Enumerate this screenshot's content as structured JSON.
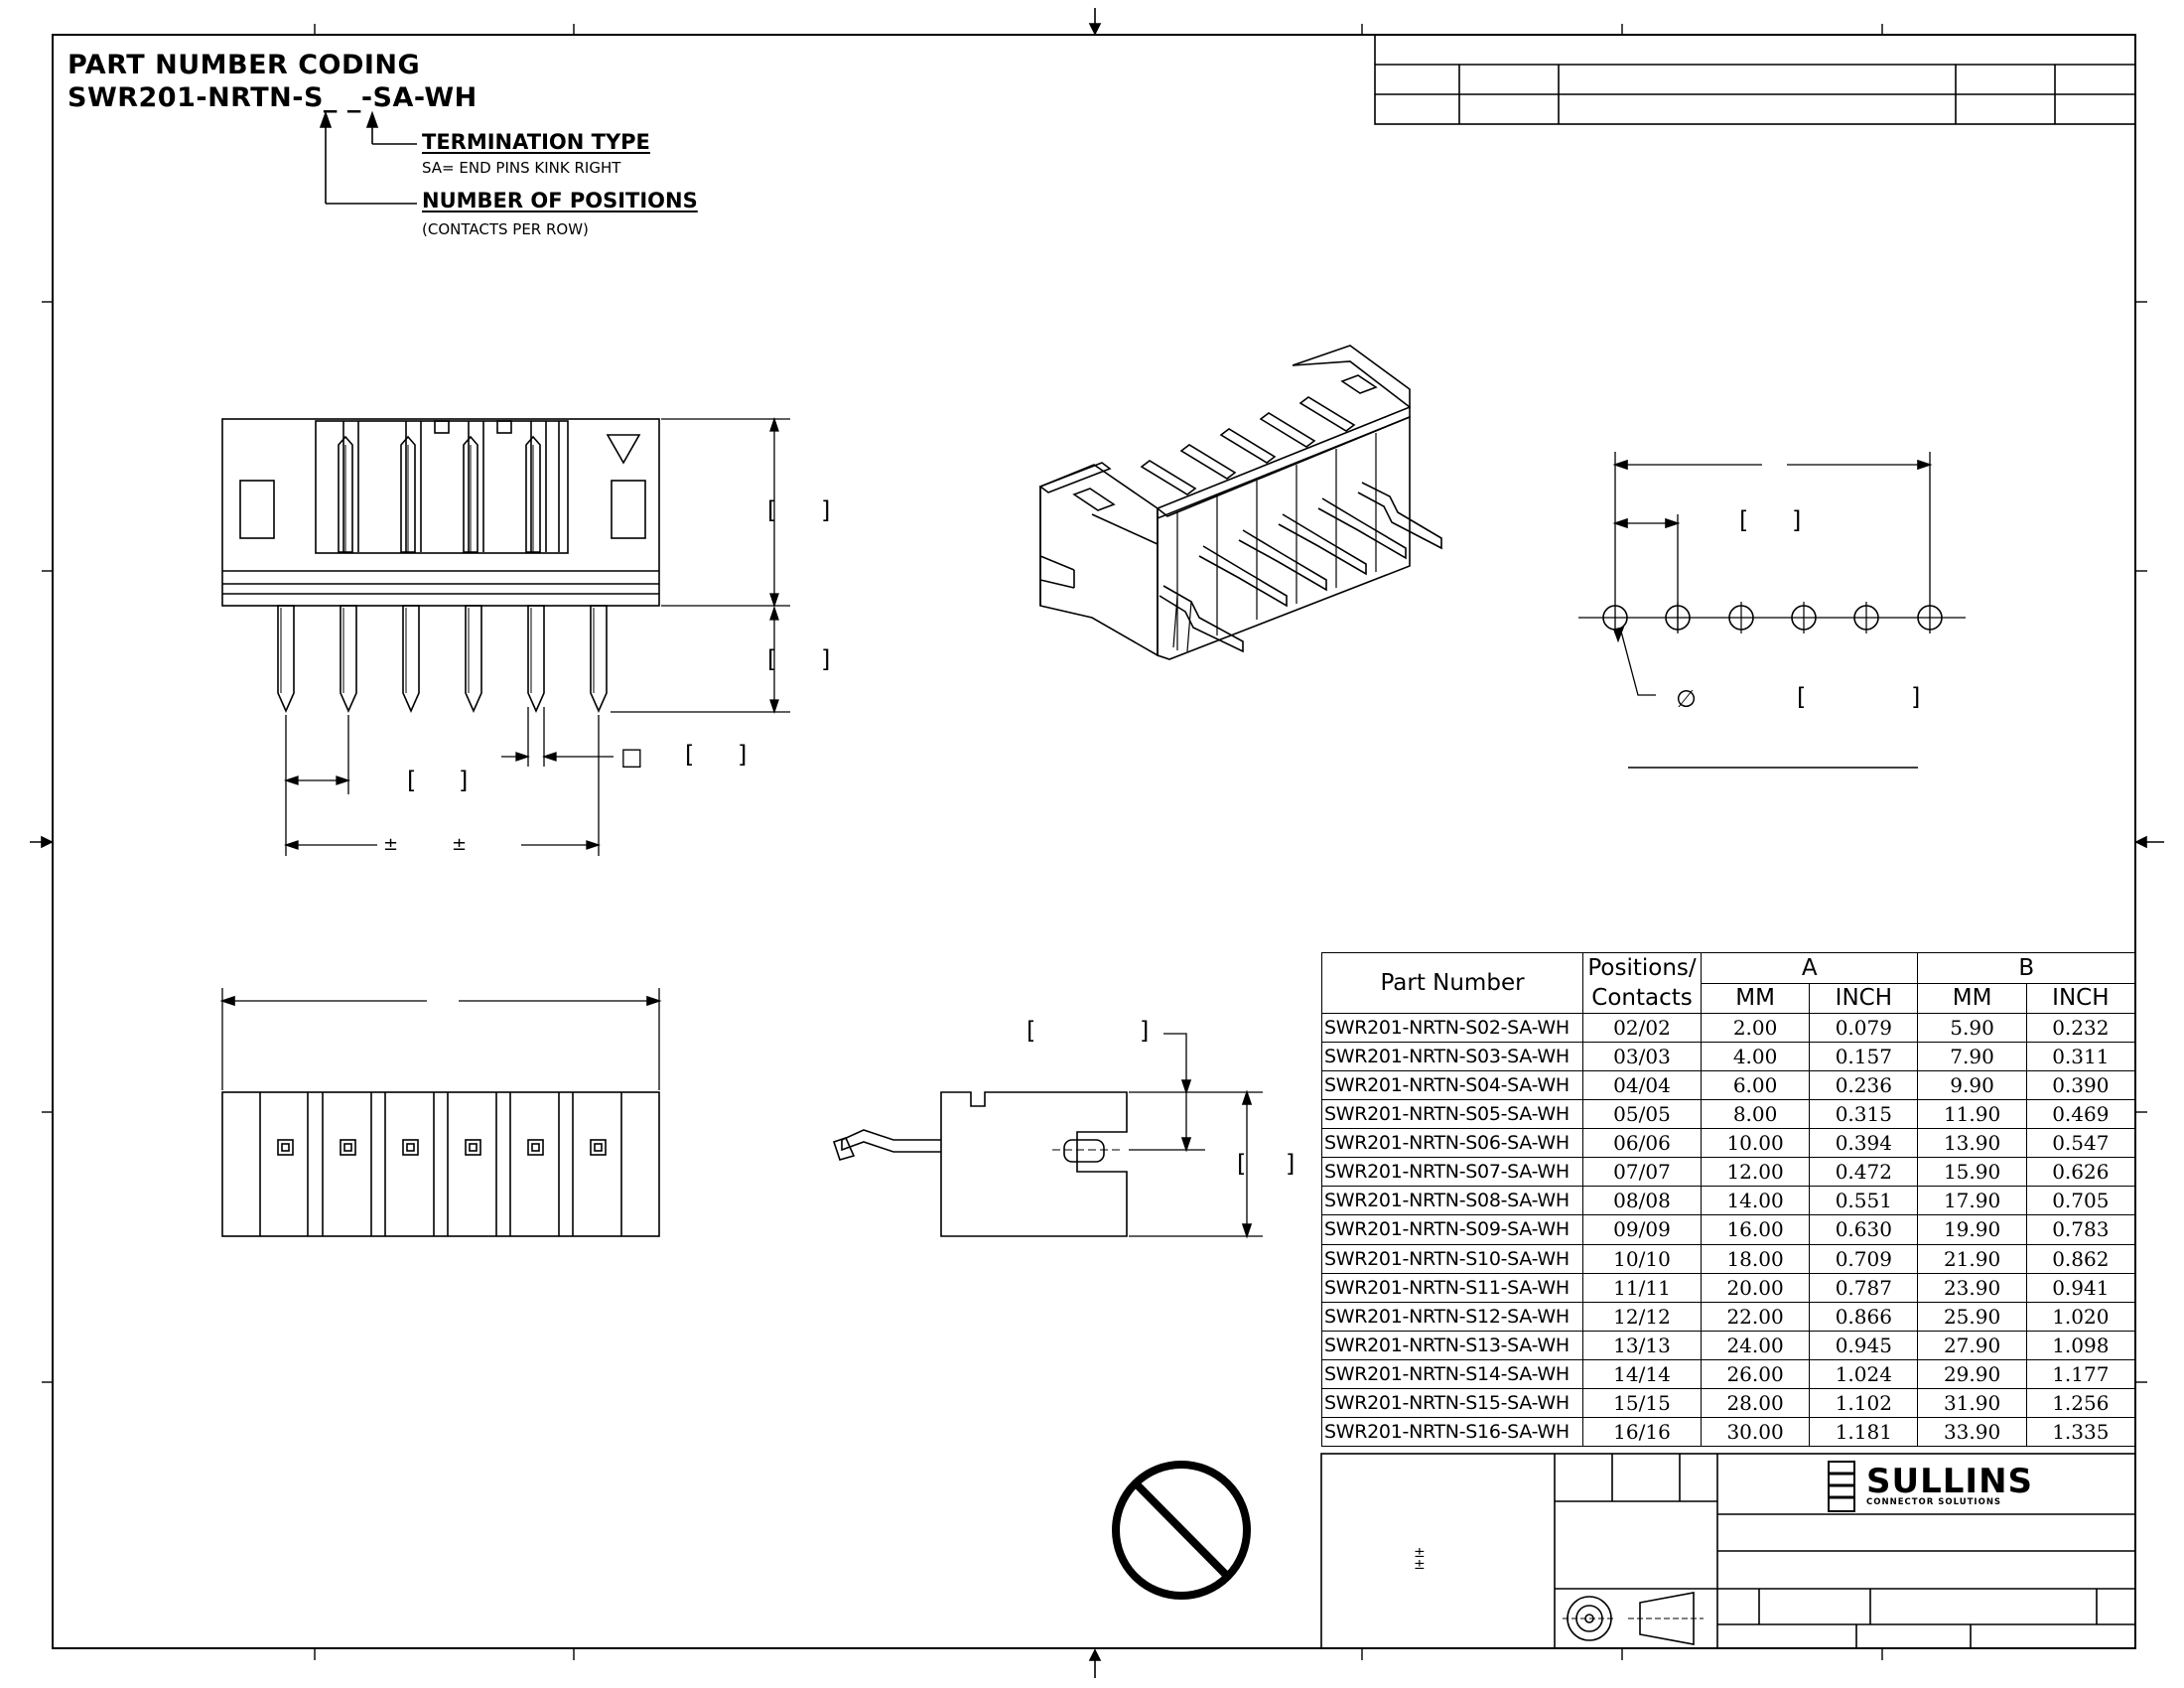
{
  "coding": {
    "title": "PART NUMBER CODING",
    "pattern": "SWR201-NRTN-S_ _-SA-WH",
    "termination_heading": "TERMINATION TYPE",
    "termination_note": "SA= END PINS KINK RIGHT",
    "positions_heading": "NUMBER OF POSITIONS",
    "positions_note": "(CONTACTS PER ROW)"
  },
  "dimension_marks": {
    "phi": "∅",
    "plus_minus": "±",
    "square": "□",
    "bracket_open": "[",
    "bracket_close": "]"
  },
  "table": {
    "headers": {
      "part_number": "Part Number",
      "positions_line1": "Positions/",
      "positions_line2": "Contacts",
      "group_a": "A",
      "group_b": "B",
      "mm": "MM",
      "inch": "INCH"
    },
    "rows": [
      {
        "part": "SWR201-NRTN-S02-SA-WH",
        "pos": "02/02",
        "a_mm": "2.00",
        "a_in": "0.079",
        "b_mm": "5.90",
        "b_in": "0.232"
      },
      {
        "part": "SWR201-NRTN-S03-SA-WH",
        "pos": "03/03",
        "a_mm": "4.00",
        "a_in": "0.157",
        "b_mm": "7.90",
        "b_in": "0.311"
      },
      {
        "part": "SWR201-NRTN-S04-SA-WH",
        "pos": "04/04",
        "a_mm": "6.00",
        "a_in": "0.236",
        "b_mm": "9.90",
        "b_in": "0.390"
      },
      {
        "part": "SWR201-NRTN-S05-SA-WH",
        "pos": "05/05",
        "a_mm": "8.00",
        "a_in": "0.315",
        "b_mm": "11.90",
        "b_in": "0.469"
      },
      {
        "part": "SWR201-NRTN-S06-SA-WH",
        "pos": "06/06",
        "a_mm": "10.00",
        "a_in": "0.394",
        "b_mm": "13.90",
        "b_in": "0.547"
      },
      {
        "part": "SWR201-NRTN-S07-SA-WH",
        "pos": "07/07",
        "a_mm": "12.00",
        "a_in": "0.472",
        "b_mm": "15.90",
        "b_in": "0.626"
      },
      {
        "part": "SWR201-NRTN-S08-SA-WH",
        "pos": "08/08",
        "a_mm": "14.00",
        "a_in": "0.551",
        "b_mm": "17.90",
        "b_in": "0.705"
      },
      {
        "part": "SWR201-NRTN-S09-SA-WH",
        "pos": "09/09",
        "a_mm": "16.00",
        "a_in": "0.630",
        "b_mm": "19.90",
        "b_in": "0.783"
      },
      {
        "part": "SWR201-NRTN-S10-SA-WH",
        "pos": "10/10",
        "a_mm": "18.00",
        "a_in": "0.709",
        "b_mm": "21.90",
        "b_in": "0.862"
      },
      {
        "part": "SWR201-NRTN-S11-SA-WH",
        "pos": "11/11",
        "a_mm": "20.00",
        "a_in": "0.787",
        "b_mm": "23.90",
        "b_in": "0.941"
      },
      {
        "part": "SWR201-NRTN-S12-SA-WH",
        "pos": "12/12",
        "a_mm": "22.00",
        "a_in": "0.866",
        "b_mm": "25.90",
        "b_in": "1.020"
      },
      {
        "part": "SWR201-NRTN-S13-SA-WH",
        "pos": "13/13",
        "a_mm": "24.00",
        "a_in": "0.945",
        "b_mm": "27.90",
        "b_in": "1.098"
      },
      {
        "part": "SWR201-NRTN-S14-SA-WH",
        "pos": "14/14",
        "a_mm": "26.00",
        "a_in": "1.024",
        "b_mm": "29.90",
        "b_in": "1.177"
      },
      {
        "part": "SWR201-NRTN-S15-SA-WH",
        "pos": "15/15",
        "a_mm": "28.00",
        "a_in": "1.102",
        "b_mm": "31.90",
        "b_in": "1.256"
      },
      {
        "part": "SWR201-NRTN-S16-SA-WH",
        "pos": "16/16",
        "a_mm": "30.00",
        "a_in": "1.181",
        "b_mm": "33.90",
        "b_in": "1.335"
      }
    ]
  },
  "logo": {
    "name": "SULLINS",
    "tagline": "CONNECTOR SOLUTIONS"
  }
}
